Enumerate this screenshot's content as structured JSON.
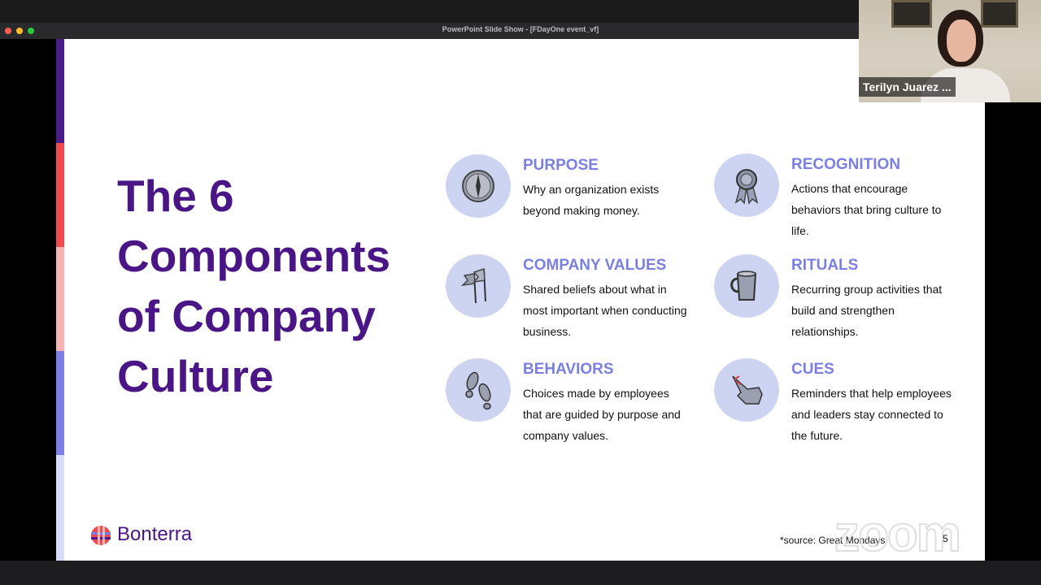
{
  "window": {
    "title": "PowerPoint Slide Show - [FDayOne event_vf]"
  },
  "slide": {
    "title": "The 6 Components of Company Culture",
    "components": [
      {
        "heading": "PURPOSE",
        "description": "Why an organization exists beyond making money.",
        "icon": "compass-icon"
      },
      {
        "heading": "RECOGNITION",
        "description": "Actions that encourage behaviors that bring culture to life.",
        "icon": "ribbon-award-icon"
      },
      {
        "heading": "COMPANY VALUES",
        "description": "Shared beliefs about what in most important when conducting business.",
        "icon": "flags-icon"
      },
      {
        "heading": "RITUALS",
        "description": "Recurring group activities that build and strengthen relationships.",
        "icon": "mug-icon"
      },
      {
        "heading": "BEHAVIORS",
        "description": "Choices made by employees that are guided by purpose and company values.",
        "icon": "footprints-icon"
      },
      {
        "heading": "CUES",
        "description": "Reminders that help employees and leaders stay connected to the future.",
        "icon": "string-finger-icon"
      }
    ],
    "source": "*source: Great Mondays",
    "page_number": "5",
    "logo_text": "Bonterra"
  },
  "video": {
    "participant_name": "Terilyn Juarez ..."
  },
  "watermark": "zoom",
  "colors": {
    "title": "#4a1585",
    "heading": "#7b7fe0",
    "icon_circle": "#ccd4f2",
    "stripes": [
      "#4c1a8a",
      "#f04a4f",
      "#f8b3b3",
      "#7b7fe8",
      "#d8dcf8"
    ]
  }
}
